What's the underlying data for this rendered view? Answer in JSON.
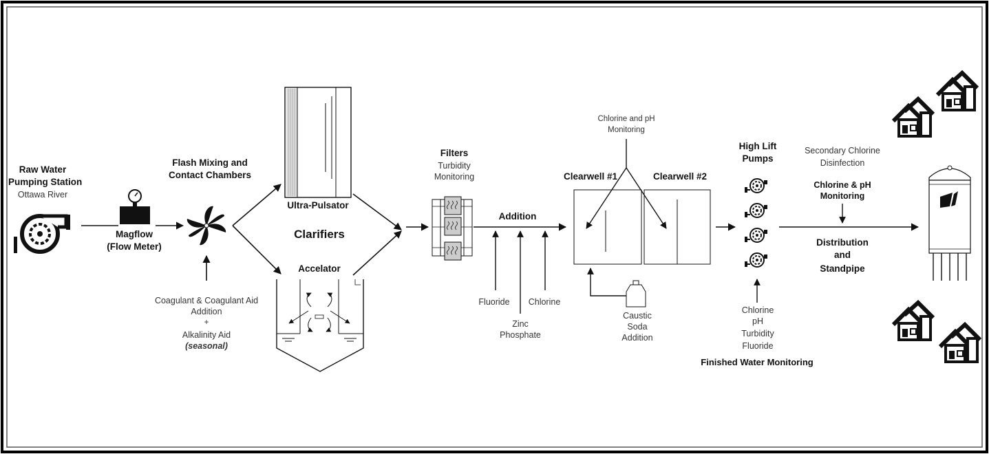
{
  "raw_water": {
    "title_line1": "Raw Water",
    "title_line2": "Pumping Station",
    "source": "Ottawa River"
  },
  "magflow": {
    "title": "Magflow",
    "subtitle": "(Flow Meter)"
  },
  "flash_mixing": {
    "line1": "Flash Mixing and",
    "line2": "Contact Chambers"
  },
  "coagulant": {
    "line1": "Coagulant & Coagulant Aid",
    "line2": "Addition",
    "plus": "+",
    "line3": "Alkalinity Aid",
    "line4": "(seasonal)"
  },
  "clarifiers": {
    "title": "Clarifiers",
    "ultra_pulsator": "Ultra-Pulsator",
    "accelator": "Accelator"
  },
  "filters": {
    "title": "Filters",
    "sub1": "Turbidity",
    "sub2": "Monitoring"
  },
  "addition": {
    "title": "Addition",
    "fluoride": "Fluoride",
    "zinc1": "Zinc",
    "zinc2": "Phosphate",
    "chlorine": "Chlorine"
  },
  "clearwells": {
    "monitor1": "Chlorine and pH",
    "monitor2": "Monitoring",
    "cw1": "Clearwell #1",
    "cw2": "Clearwell #2",
    "caustic1": "Caustic",
    "caustic2": "Soda",
    "caustic3": "Addition"
  },
  "high_lift": {
    "line1": "High Lift",
    "line2": "Pumps",
    "m1": "Chlorine",
    "m2": "pH",
    "m3": "Turbidity",
    "m4": "Fluoride",
    "finished": "Finished Water Monitoring"
  },
  "distribution": {
    "sec1": "Secondary Chlorine",
    "sec2": "Disinfection",
    "mon1": "Chlorine & pH",
    "mon2": "Monitoring",
    "d1": "Distribution",
    "d2": "and",
    "d3": "Standpipe"
  }
}
